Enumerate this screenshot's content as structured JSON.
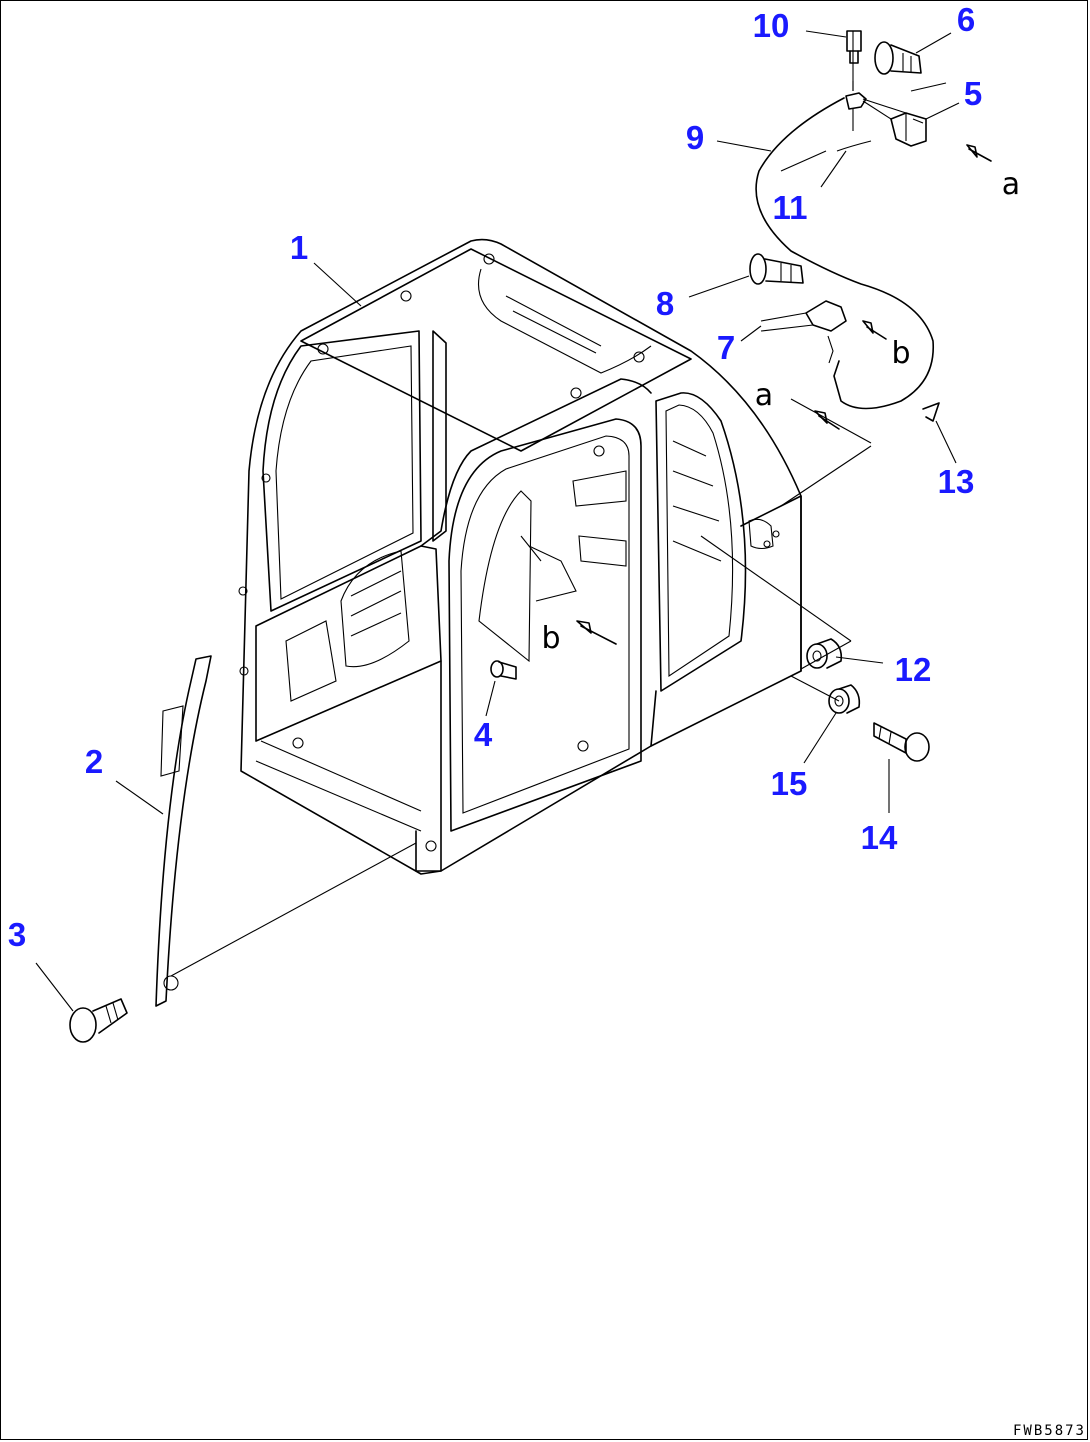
{
  "colors": {
    "callout": "#1a1aff",
    "line": "#000000",
    "background": "#ffffff"
  },
  "callouts": [
    {
      "id": "1",
      "text": "1"
    },
    {
      "id": "2",
      "text": "2"
    },
    {
      "id": "3",
      "text": "3"
    },
    {
      "id": "4",
      "text": "4"
    },
    {
      "id": "5",
      "text": "5"
    },
    {
      "id": "6",
      "text": "6"
    },
    {
      "id": "7",
      "text": "7"
    },
    {
      "id": "8",
      "text": "8"
    },
    {
      "id": "9",
      "text": "9"
    },
    {
      "id": "10",
      "text": "10"
    },
    {
      "id": "11",
      "text": "11"
    },
    {
      "id": "12",
      "text": "12"
    },
    {
      "id": "13",
      "text": "13"
    },
    {
      "id": "14",
      "text": "14"
    },
    {
      "id": "15",
      "text": "15"
    }
  ],
  "reference_letters": [
    "a",
    "b",
    "a",
    "b"
  ],
  "drawing_code": "FWB5873"
}
